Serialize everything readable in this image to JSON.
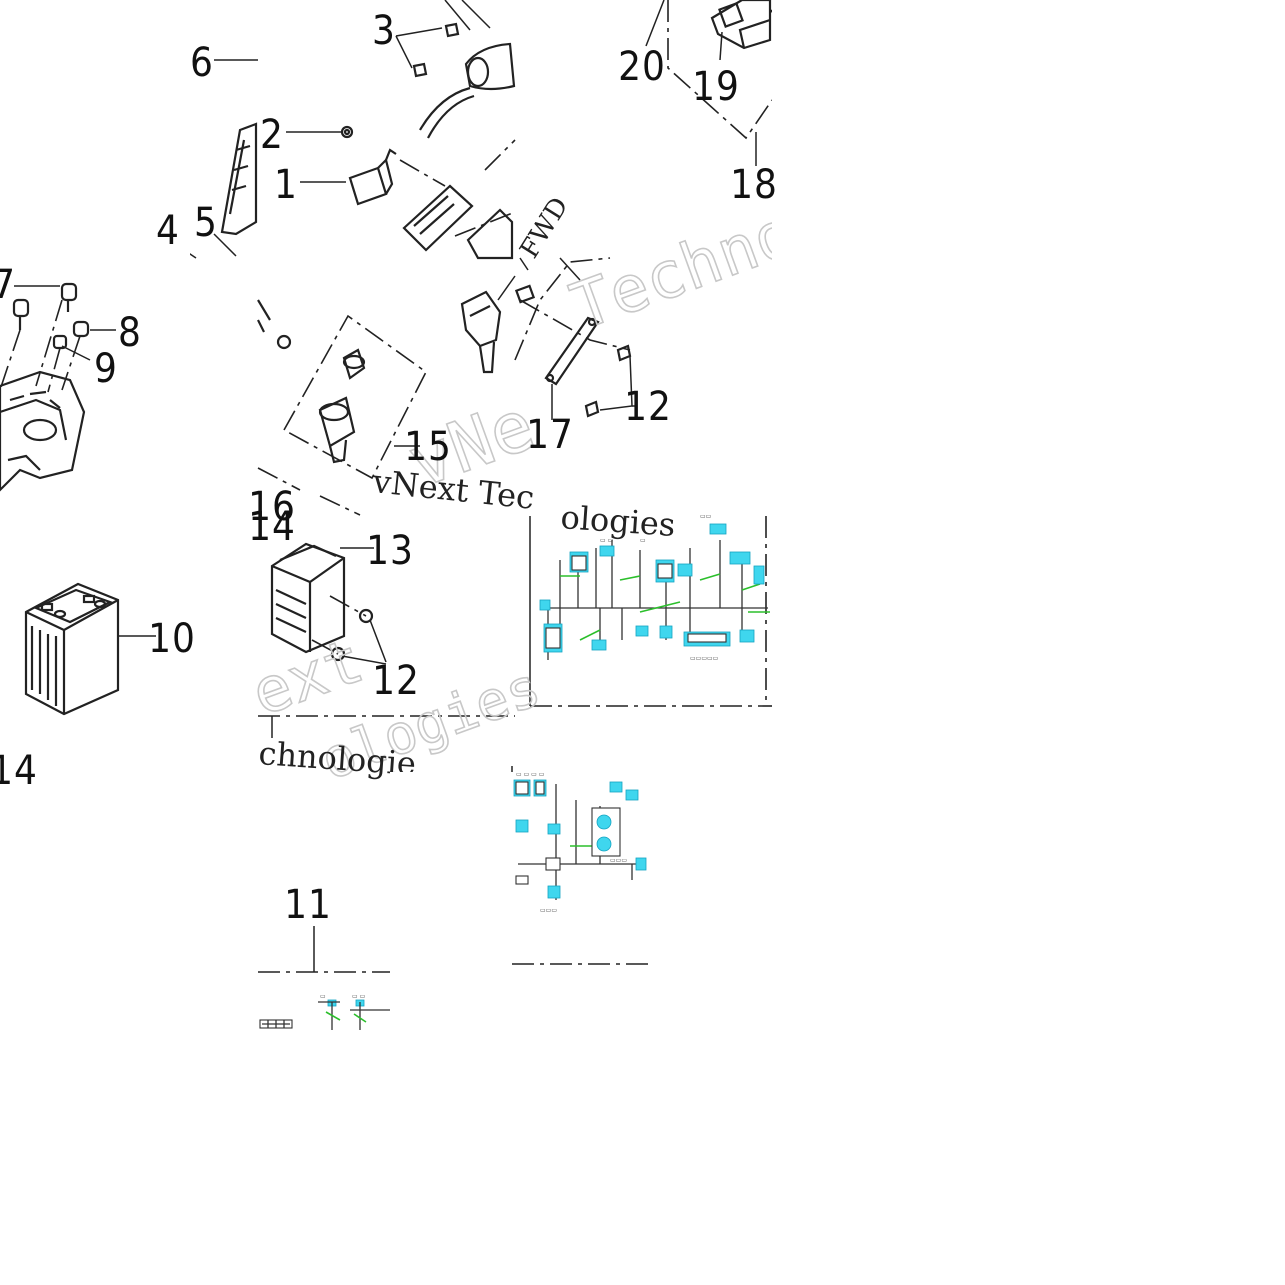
{
  "callouts": [
    {
      "id": "1",
      "label": "1"
    },
    {
      "id": "2",
      "label": "2"
    },
    {
      "id": "3",
      "label": "3"
    },
    {
      "id": "4",
      "label": "4"
    },
    {
      "id": "5",
      "label": "5"
    },
    {
      "id": "6",
      "label": "6"
    },
    {
      "id": "7",
      "label": "7"
    },
    {
      "id": "8",
      "label": "8"
    },
    {
      "id": "9",
      "label": "9"
    },
    {
      "id": "10",
      "label": "10"
    },
    {
      "id": "11",
      "label": "11"
    },
    {
      "id": "12a",
      "label": "12"
    },
    {
      "id": "12b",
      "label": "12"
    },
    {
      "id": "13",
      "label": "13"
    },
    {
      "id": "14a",
      "label": "14"
    },
    {
      "id": "14b",
      "label": "14"
    },
    {
      "id": "15",
      "label": "15"
    },
    {
      "id": "16",
      "label": "16"
    },
    {
      "id": "17",
      "label": "17"
    },
    {
      "id": "18",
      "label": "18"
    },
    {
      "id": "19",
      "label": "19"
    },
    {
      "id": "20",
      "label": "20"
    }
  ],
  "fwd_label": "FWD",
  "watermark_fragments": {
    "techno_outline": "Techno",
    "vnext_outline": "vNe",
    "vnext_tec": "vNext Tec",
    "ologies_top": "ologies",
    "ext_outline": "ext",
    "ologies_outline": "ologies",
    "chnologies": "chnologie"
  }
}
